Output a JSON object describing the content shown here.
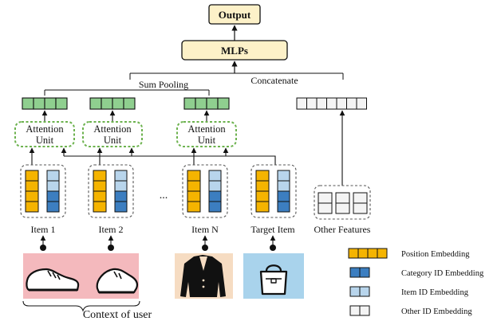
{
  "colors": {
    "position": "#f5b400",
    "category": "#3c7ec0",
    "item_id": "#b8d5ec",
    "other_id": "#f4f4f4",
    "pooled": "#8fcf8f",
    "box": "#fdf1c8",
    "attention_border": "#6cb24e",
    "photo_shoes": "#f4b9bd",
    "photo_jacket": "#f6dcc2",
    "photo_bag": "#a9d3ec"
  },
  "nodes": {
    "output": "Output",
    "mlps": "MLPs",
    "sum_pooling": "Sum Pooling",
    "concatenate": "Concatenate",
    "attention_line1": "Attention",
    "attention_line2": "Unit",
    "ellipsis": "...",
    "other_features": "Other Features",
    "context": "Context of user"
  },
  "items": [
    {
      "label": "Item 1",
      "icon": "sneaker-icon"
    },
    {
      "label": "Item 2",
      "icon": "sneaker-icon"
    },
    {
      "label": "Item N",
      "icon": "jacket-icon"
    },
    {
      "label": "Target Item",
      "icon": "handbag-icon"
    }
  ],
  "legend": [
    {
      "label": "Position Embedding",
      "kind": "position"
    },
    {
      "label": "Category ID Embedding",
      "kind": "category"
    },
    {
      "label": "Item ID Embedding",
      "kind": "item_id"
    },
    {
      "label": "Other ID Embedding",
      "kind": "other_id"
    }
  ]
}
